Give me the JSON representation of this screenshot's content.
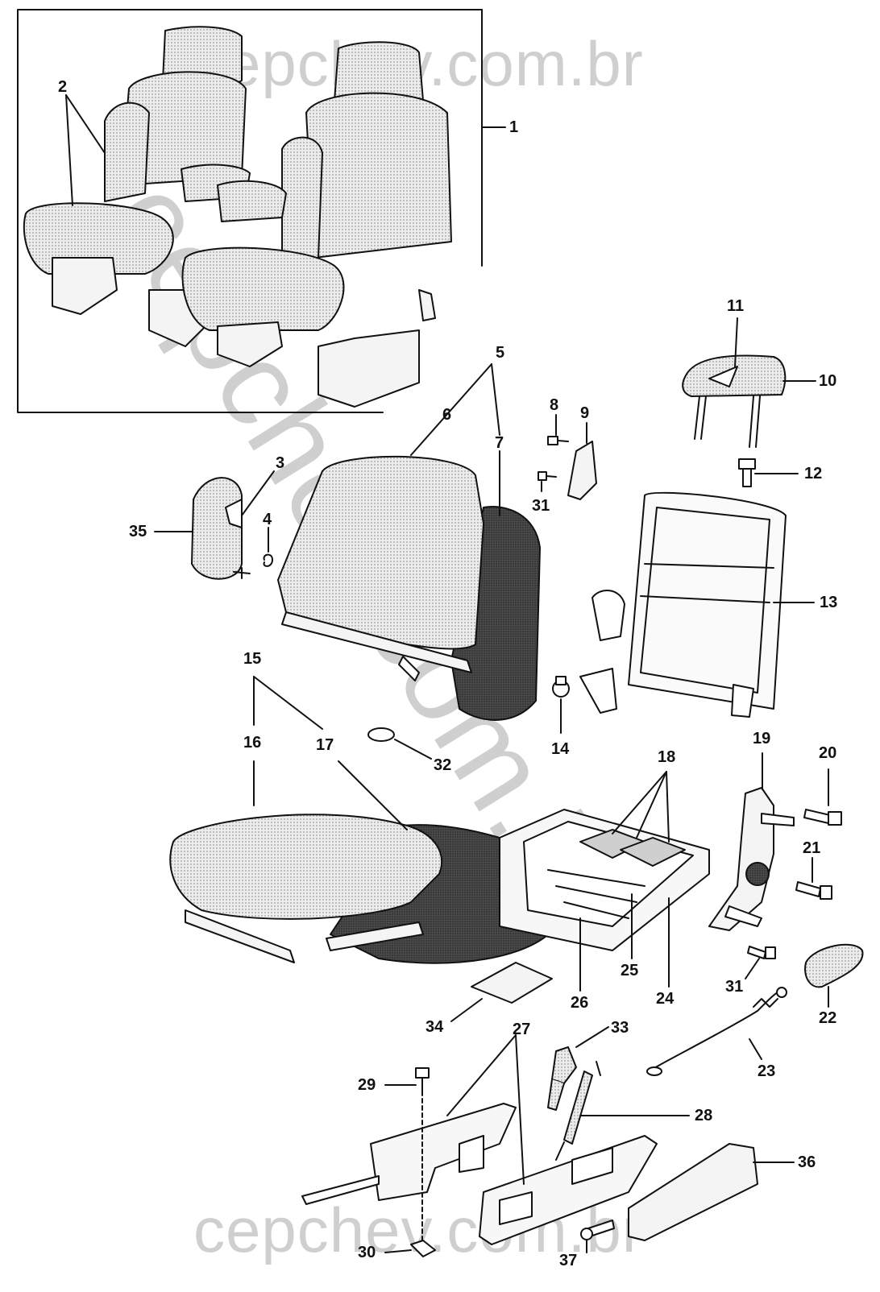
{
  "watermarks": {
    "top": "cepchev.com.br",
    "bottom": "cepchev.com.br",
    "diagonal": "cepchev.com.br"
  },
  "callouts": {
    "c1": "1",
    "c2": "2",
    "c3": "3",
    "c4": "4",
    "c5": "5",
    "c6": "6",
    "c7": "7",
    "c8": "8",
    "c9": "9",
    "c10": "10",
    "c11": "11",
    "c12": "12",
    "c13": "13",
    "c14": "14",
    "c15": "15",
    "c16": "16",
    "c17": "17",
    "c18": "18",
    "c19": "19",
    "c20": "20",
    "c21": "21",
    "c22": "22",
    "c23": "23",
    "c24": "24",
    "c25": "25",
    "c26": "26",
    "c27": "27",
    "c28": "28",
    "c29": "29",
    "c30": "30",
    "c31a": "31",
    "c31b": "31",
    "c32": "32",
    "c33": "33",
    "c34": "34",
    "c35": "35",
    "c36": "36",
    "c37": "37"
  },
  "colors": {
    "ink": "#111111",
    "fill_light": "#e6e6e6",
    "fill_mid": "#cfcfcf",
    "fill_dark": "#3a3a3a",
    "watermark": "#cfcfcf"
  }
}
